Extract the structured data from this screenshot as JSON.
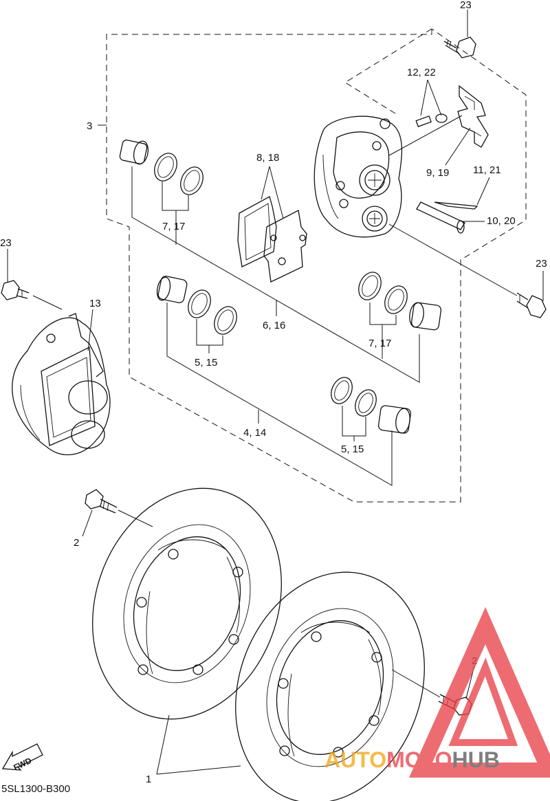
{
  "labels": {
    "l23a": "23",
    "l23b": "23",
    "l23c": "23",
    "l12_22": "12, 22",
    "l3": "3",
    "l8_18": "8, 18",
    "l9_19": "9, 19",
    "l11_21": "11, 21",
    "l10_20": "10, 20",
    "l7_17a": "7, 17",
    "l7_17b": "7, 17",
    "l6_16": "6, 16",
    "l13": "13",
    "l5_15a": "5, 15",
    "l5_15b": "5, 15",
    "l4_14": "4, 14",
    "l2a": "2",
    "l2b": "2",
    "l1": "1"
  },
  "fwd_label": "FWD",
  "diagram_code": "5SL1300-B300",
  "watermark": {
    "part1": "AUTO",
    "part2": "MOTO",
    "part3": "HUB",
    "color_orange": "#f2a71b",
    "color_red": "#e8434a",
    "color_gray": "#5a5a5a"
  }
}
